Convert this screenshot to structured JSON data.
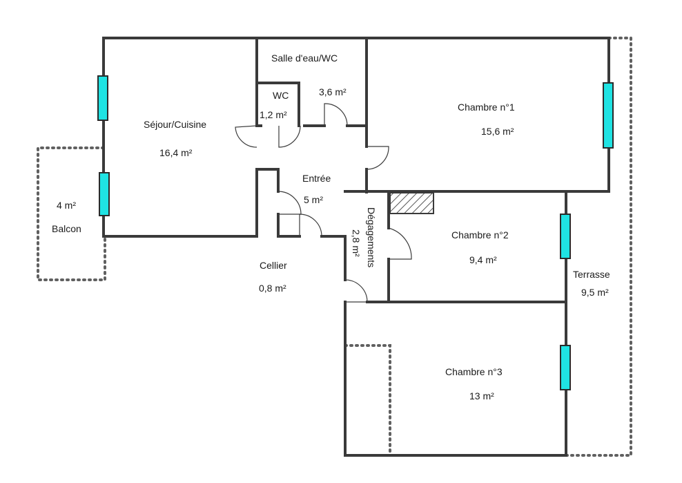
{
  "rooms": {
    "sejour": {
      "name": "Séjour/Cuisine",
      "area": "16,4  m²"
    },
    "salle": {
      "name": "Salle d'eau/WC",
      "area": "3,6  m²"
    },
    "wc": {
      "name": "WC",
      "area": "1,2  m²"
    },
    "chambre1": {
      "name": "Chambre n°1",
      "area": "15,6  m²"
    },
    "entree": {
      "name": "Entrée",
      "area": "5  m²"
    },
    "balcon": {
      "name": "Balcon",
      "area": "4  m²"
    },
    "degagements": {
      "name": "Dégagements",
      "area": "2,8  m²"
    },
    "chambre2": {
      "name": "Chambre n°2",
      "area": "9,4  m²"
    },
    "cellier": {
      "name": "Cellier",
      "area": "0,8  m²"
    },
    "terrasse": {
      "name": "Terrasse",
      "area": "9,5  m²"
    },
    "chambre3": {
      "name": "Chambre n°3",
      "area": "13  m²"
    }
  },
  "colors": {
    "window": "#1fe3e3",
    "wall": "#3a3a3a"
  }
}
